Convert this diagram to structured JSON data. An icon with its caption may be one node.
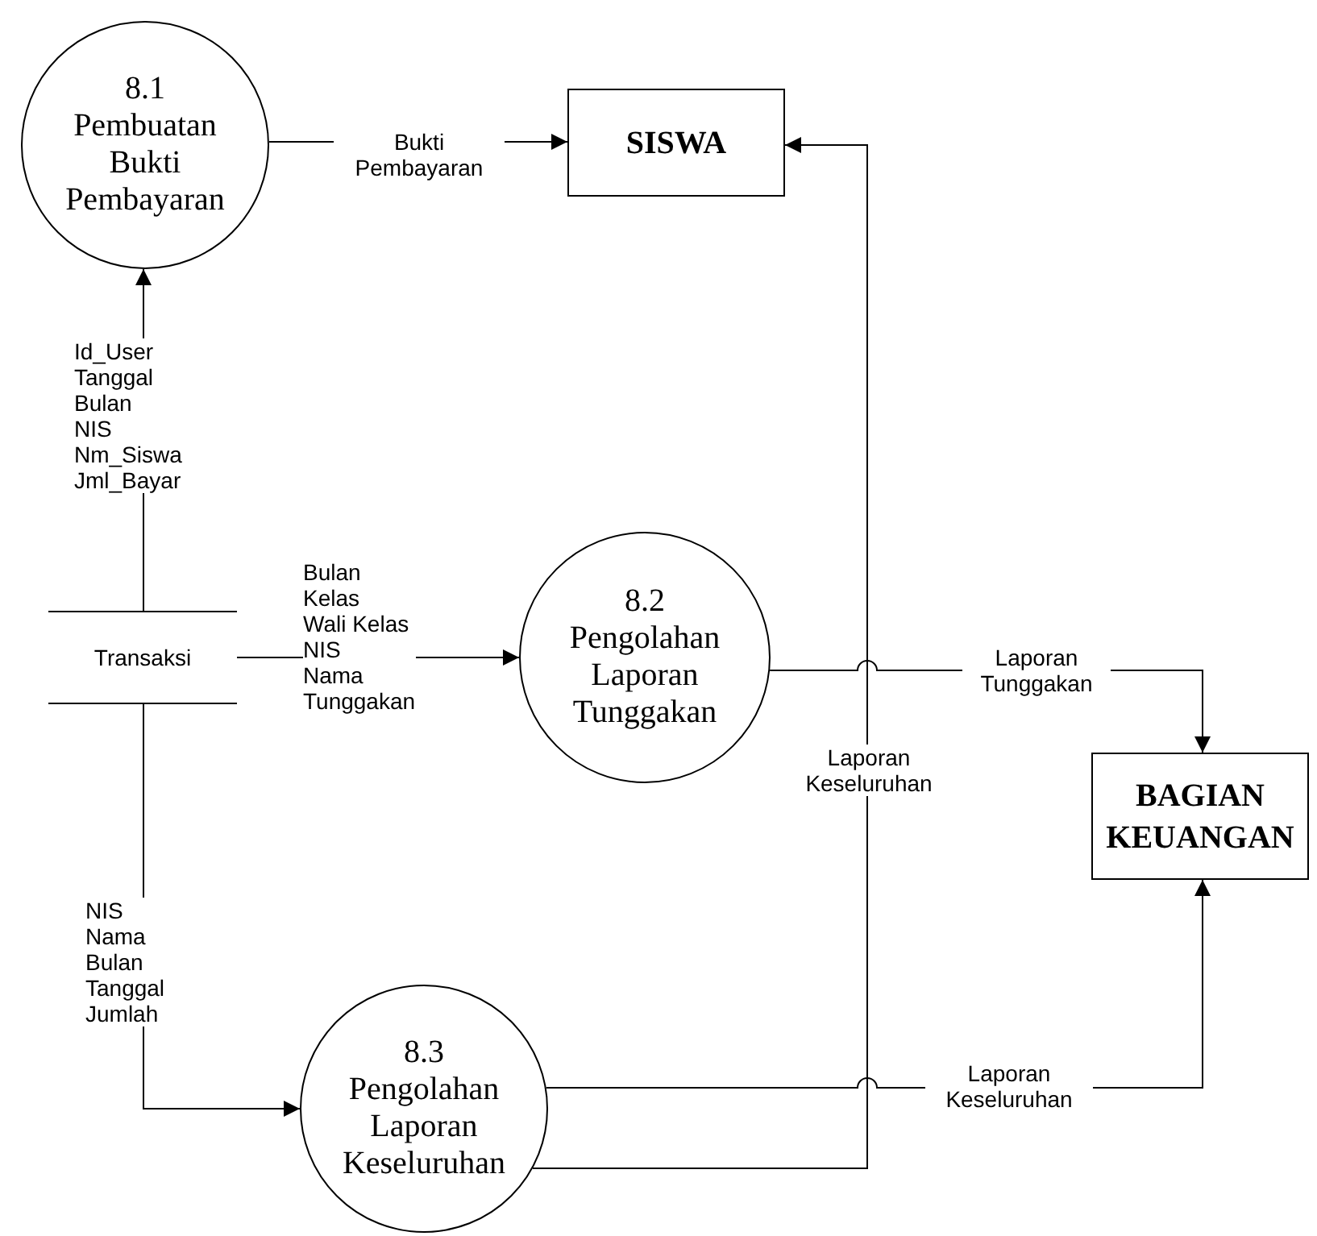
{
  "diagram": {
    "nodes": [
      {
        "text": [
          "8.1",
          "Pembuatan Bukti Pembayaran"
        ]
      },
      {
        "text": [
          "SISWA"
        ]
      },
      {
        "text": [
          "Transaksi"
        ]
      },
      {
        "text": [
          "8.2",
          "Pengolahan Laporan Tunggakan"
        ]
      },
      {
        "text": [
          "BAGIAN KEUANGAN"
        ]
      },
      {
        "text": [
          "8.3",
          "Pengolahan Laporan Keseluruhan"
        ]
      }
    ],
    "edges": [
      {
        "from": 0,
        "to": 1,
        "arrow": "to",
        "label": "Bukti Pembayaran"
      },
      {
        "from": 2,
        "to": 0,
        "arrow": "to",
        "label": "Id_User Tanggal Bulan NIS Nm_Siswa Jml_Bayar"
      },
      {
        "from": 2,
        "to": 3,
        "arrow": "to",
        "label": "Bulan Kelas Wali Kelas NIS Nama Tunggakan"
      },
      {
        "from": 2,
        "to": 5,
        "arrow": "to",
        "label": "NIS Nama Bulan Tanggal Jumlah"
      },
      {
        "from": 3,
        "to": 4,
        "arrow": "to",
        "label": "Laporan Tunggakan"
      },
      {
        "from": 5,
        "to": 1,
        "arrow": "to",
        "label": "Laporan Keseluruhan"
      },
      {
        "from": 5,
        "to": 4,
        "arrow": "to",
        "label": "Laporan Keseluruhan"
      }
    ]
  }
}
